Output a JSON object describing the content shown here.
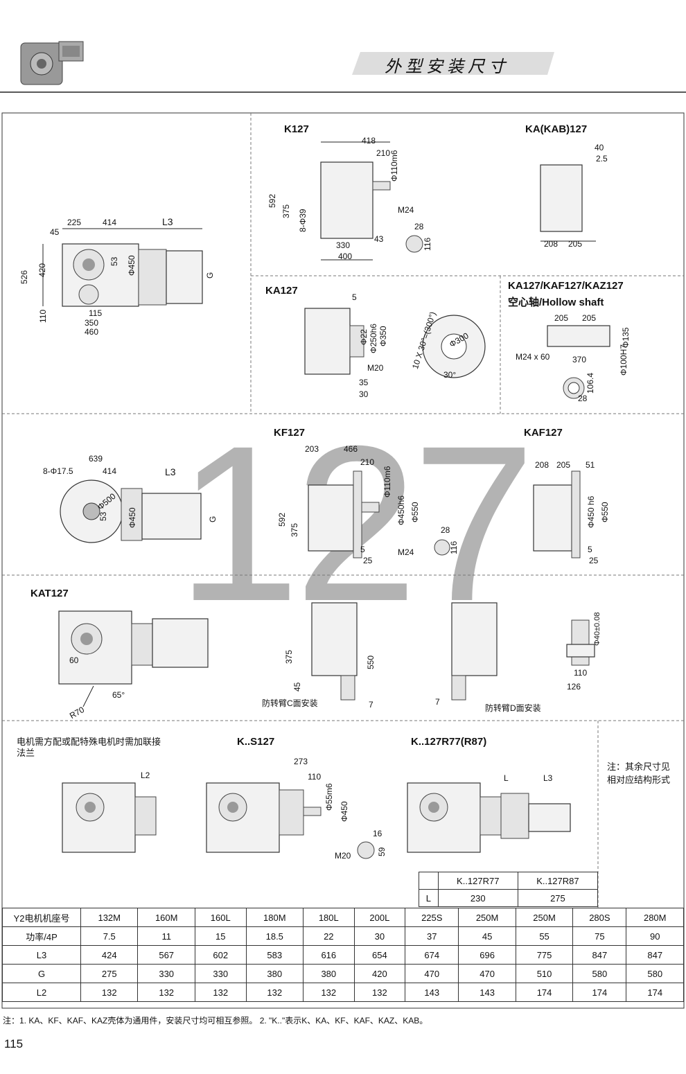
{
  "header": {
    "title": "外型安装尺寸"
  },
  "watermark": "127",
  "sections": {
    "k127": {
      "title": "K127",
      "dims": [
        "418",
        "210",
        "Φ110m6",
        "592",
        "375",
        "8-Φ39",
        "M24",
        "28",
        "116",
        "43",
        "330",
        "400"
      ]
    },
    "kab127": {
      "title": "KA(KAB)127",
      "dims": [
        "40",
        "2.5",
        "208",
        "205"
      ]
    },
    "motor_side": {
      "dims": [
        "225",
        "414",
        "L3",
        "45",
        "526",
        "420",
        "53",
        "Φ450",
        "G",
        "110",
        "115",
        "350",
        "460"
      ]
    },
    "ka127": {
      "title": "KA127",
      "dims": [
        "5",
        "Φ22",
        "Φ250h6",
        "Φ350",
        "M20",
        "35",
        "30",
        "10 X 30°=(300°)",
        "Φ300",
        "30°"
      ]
    },
    "hollow": {
      "title": "KA127/KAF127/KAZ127",
      "subtitle": "空心轴/Hollow shaft",
      "dims": [
        "205",
        "205",
        "Φ135",
        "M24 x 60",
        "370",
        "Φ100H7",
        "106.4",
        "28"
      ]
    },
    "kf127": {
      "title": "KF127",
      "dims": [
        "203",
        "466",
        "210",
        "Φ110m6",
        "Φ450h6",
        "Φ550",
        "592",
        "375",
        "28",
        "116",
        "5",
        "25",
        "M24"
      ]
    },
    "kaf127": {
      "title": "KAF127",
      "dims": [
        "208",
        "205",
        "51",
        "Φ450 h6",
        "Φ550",
        "5",
        "25"
      ]
    },
    "kf_motor": {
      "dims": [
        "639",
        "8-Φ17.5",
        "414",
        "L3",
        "Φ500",
        "53",
        "Φ450",
        "G"
      ]
    },
    "kat127": {
      "title": "KAT127",
      "dims": [
        "60",
        "65°",
        "R70"
      ]
    },
    "torque_arm": {
      "dims": [
        "375",
        "550",
        "45",
        "7",
        "7",
        "Φ40±0.08",
        "110",
        "126"
      ],
      "label_c": "防转臂C面安装",
      "label_d": "防转臂D面安装"
    },
    "flange": {
      "text": "电机需方配或配特殊电机时需加联接法兰",
      "dims": [
        "L2"
      ]
    },
    "ks127": {
      "title": "K..S127",
      "dims": [
        "273",
        "110",
        "Φ55m6",
        "Φ450",
        "16",
        "M20",
        "59"
      ]
    },
    "kr77": {
      "title": "K..127R77(R87)",
      "dims": [
        "L",
        "L3"
      ]
    },
    "side_note": "注：其余尺寸见相对应结构形式"
  },
  "small_table": {
    "headers": [
      "K..127R77",
      "K..127R87"
    ],
    "row_label": "L",
    "values": [
      "230",
      "275"
    ]
  },
  "spec_table": {
    "rows": [
      {
        "label": "Y2电机机座号",
        "values": [
          "132M",
          "160M",
          "160L",
          "180M",
          "180L",
          "200L",
          "225S",
          "250M",
          "250M",
          "280S",
          "280M"
        ]
      },
      {
        "label": "功率/4P",
        "values": [
          "7.5",
          "11",
          "15",
          "18.5",
          "22",
          "30",
          "37",
          "45",
          "55",
          "75",
          "90"
        ]
      },
      {
        "label": "L3",
        "values": [
          "424",
          "567",
          "602",
          "583",
          "616",
          "654",
          "674",
          "696",
          "775",
          "847",
          "847"
        ]
      },
      {
        "label": "G",
        "values": [
          "275",
          "330",
          "330",
          "380",
          "380",
          "420",
          "470",
          "470",
          "510",
          "580",
          "580"
        ]
      },
      {
        "label": "L2",
        "values": [
          "132",
          "132",
          "132",
          "132",
          "132",
          "132",
          "143",
          "143",
          "174",
          "174",
          "174"
        ]
      }
    ]
  },
  "footnote": "注：1. KA、KF、KAF、KAZ壳体为通用件，安装尺寸均可相互参照。    2. \"K..\"表示K、KA、KF、KAF、KAZ、KAB。",
  "page_number": "115"
}
